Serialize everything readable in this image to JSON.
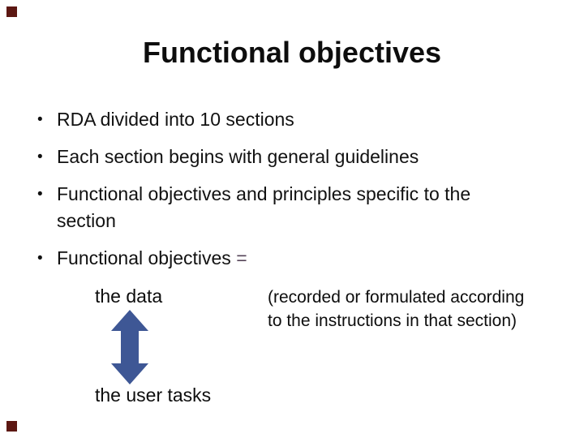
{
  "slide": {
    "title": "Functional objectives",
    "bullet_glyph": "•",
    "bullets": [
      {
        "text": "RDA divided into 10 sections"
      },
      {
        "text": "Each section begins with general guidelines"
      },
      {
        "text": "Functional objectives and principles specific to the section"
      },
      {
        "text": "Functional objectives",
        "suffix": "="
      }
    ],
    "diagram": {
      "top_label": "the data",
      "bottom_label": "the user tasks",
      "arrow_icon": "double-headed-vertical-arrow"
    },
    "note": {
      "line1": "(recorded or formulated according",
      "line2": "to the instructions in that section)"
    },
    "colors": {
      "text": "#111111",
      "equals_sign": "#554458",
      "arrow": "#3e5795",
      "corner_marker": "#5c1712",
      "background": "#ffffff"
    }
  }
}
